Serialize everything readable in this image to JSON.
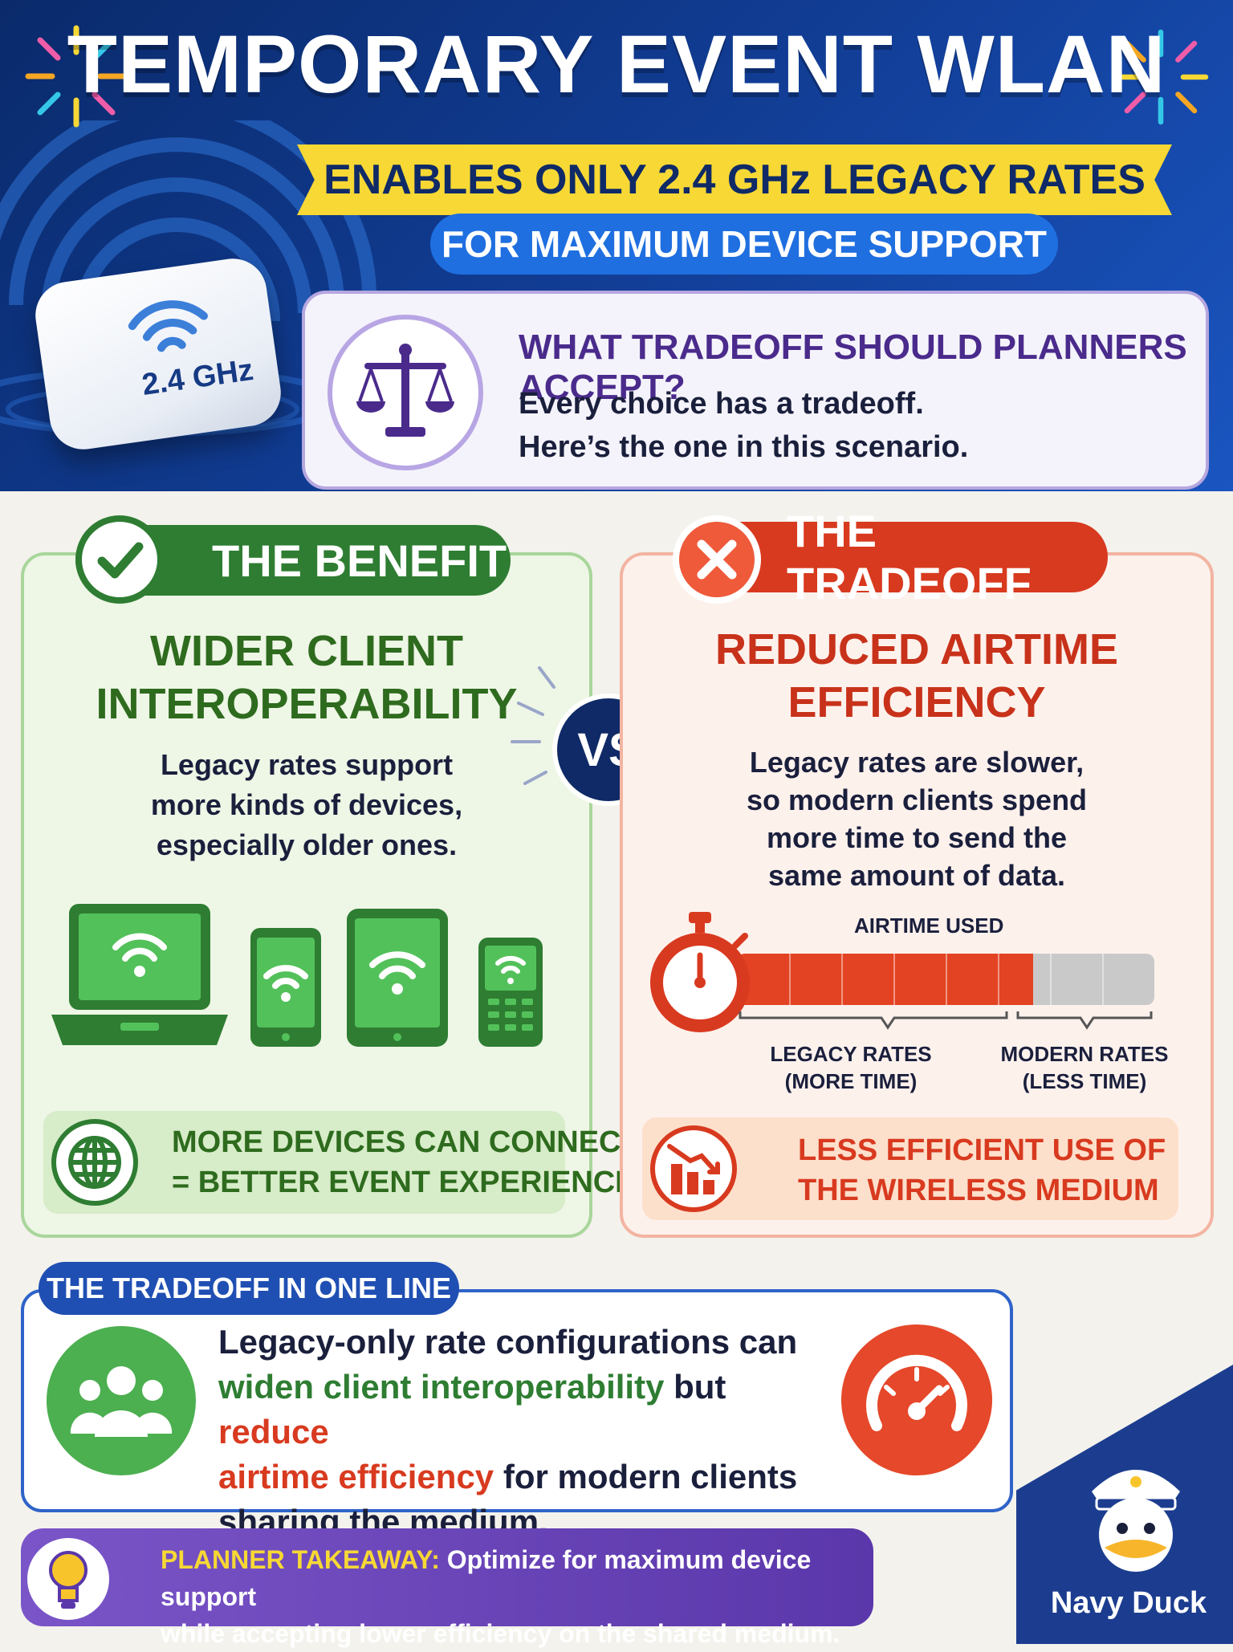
{
  "header": {
    "title": "TEMPORARY EVENT WLAN",
    "banner": "ENABLES ONLY 2.4 GHz LEGACY RATES",
    "pill": "FOR MAXIMUM DEVICE SUPPORT",
    "router_label": "2.4 GHz"
  },
  "question": {
    "title": "WHAT TRADEOFF SHOULD PLANNERS ACCEPT?",
    "line1": "Every choice has a tradeoff.",
    "line2": "Here’s the one in this scenario.",
    "icon": "scales-icon"
  },
  "benefit": {
    "tag": "THE BENEFIT",
    "heading1": "WIDER CLIENT",
    "heading2": "INTEROPERABILITY",
    "desc1": "Legacy rates support",
    "desc2": "more kinds of devices,",
    "desc3": "especially older ones.",
    "bottom1": "MORE DEVICES CAN CONNECT",
    "bottom2": "= BETTER EVENT EXPERIENCE",
    "color": "#2e7d32"
  },
  "vs": "VS",
  "tradeoff": {
    "tag": "THE TRADEOFF",
    "heading1": "REDUCED AIRTIME",
    "heading2": "EFFICIENCY",
    "desc1": "Legacy rates are slower,",
    "desc2": "so modern clients spend",
    "desc3": "more time to send the",
    "desc4": "same amount of data.",
    "airtime_label": "AIRTIME USED",
    "airtime_fraction": 0.71,
    "legacy_label1": "LEGACY RATES",
    "legacy_label2": "(MORE TIME)",
    "modern_label1": "MODERN RATES",
    "modern_label2": "(LESS TIME)",
    "bottom1": "LESS EFFICIENT USE OF",
    "bottom2": "THE WIRELESS MEDIUM",
    "color": "#d83a1f"
  },
  "one_line": {
    "tag": "THE TRADEOFF IN ONE LINE",
    "part1": "Legacy-only rate configurations can",
    "part2_green": "widen client interoperability",
    "part3": " but ",
    "part4_red": "reduce",
    "part5_red": "airtime efficiency",
    "part6": " for modern clients",
    "part7": "sharing the medium."
  },
  "takeaway": {
    "label": "PLANNER TAKEAWAY:",
    "text1": " Optimize for maximum device support",
    "text2": "while accepting lower efficiency on the shared medium."
  },
  "brand": "Navy Duck"
}
